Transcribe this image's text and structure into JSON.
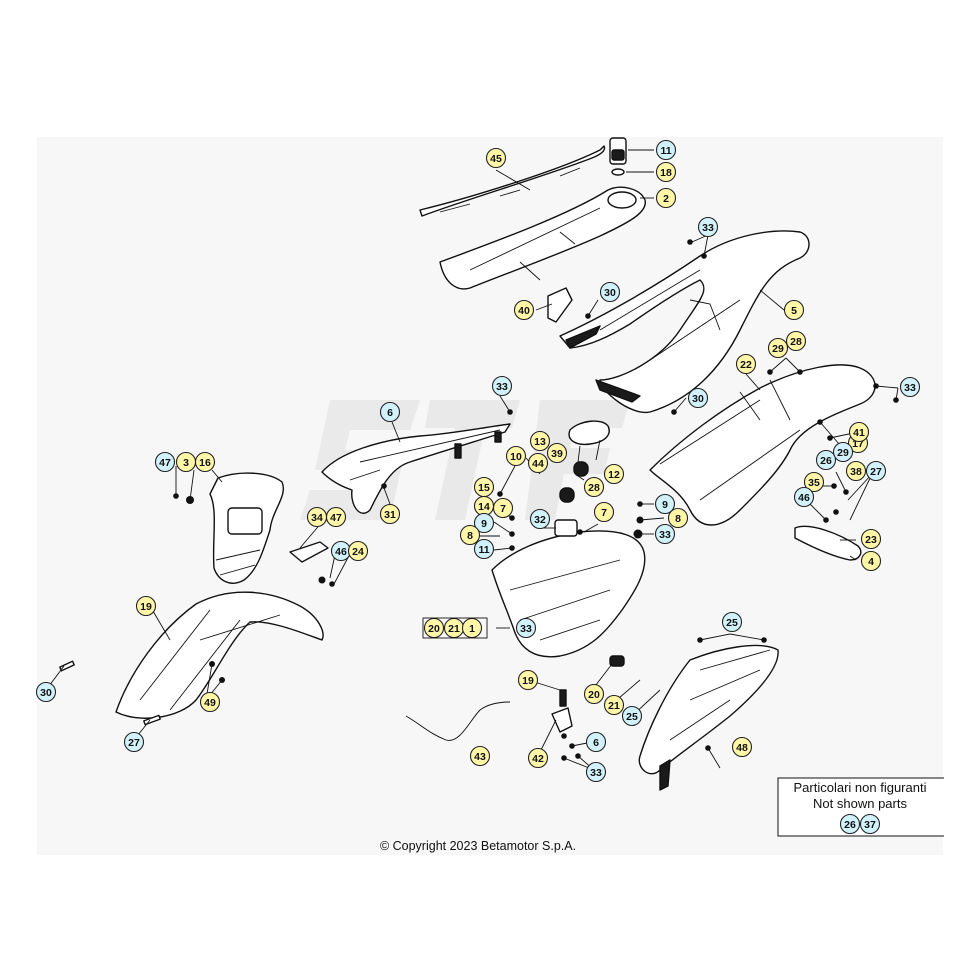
{
  "copyright": "© Copyright 2023 Betamotor S.p.A.",
  "legend": {
    "line1": "Particolari non figuranti",
    "line2": "Not shown parts",
    "callouts": [
      "26",
      "37"
    ]
  },
  "colors": {
    "callout_yellow": "#fff6a8",
    "callout_cyan": "#d2f2fb",
    "line": "#111111",
    "background_panel": "#f7f7f7"
  },
  "callouts": [
    {
      "num": "45",
      "type": "yellow"
    },
    {
      "num": "11",
      "type": "cyan"
    },
    {
      "num": "18",
      "type": "yellow"
    },
    {
      "num": "2",
      "type": "yellow"
    },
    {
      "num": "33",
      "type": "cyan"
    },
    {
      "num": "5",
      "type": "yellow"
    },
    {
      "num": "30",
      "type": "cyan"
    },
    {
      "num": "40",
      "type": "yellow"
    },
    {
      "num": "29",
      "type": "yellow"
    },
    {
      "num": "28",
      "type": "yellow"
    },
    {
      "num": "22",
      "type": "yellow"
    },
    {
      "num": "33",
      "type": "cyan"
    },
    {
      "num": "30",
      "type": "cyan"
    },
    {
      "num": "33",
      "type": "cyan"
    },
    {
      "num": "6",
      "type": "cyan"
    },
    {
      "num": "17",
      "type": "yellow"
    },
    {
      "num": "13",
      "type": "yellow"
    },
    {
      "num": "39",
      "type": "yellow"
    },
    {
      "num": "44",
      "type": "yellow"
    },
    {
      "num": "10",
      "type": "yellow"
    },
    {
      "num": "12",
      "type": "yellow"
    },
    {
      "num": "28",
      "type": "yellow"
    },
    {
      "num": "41",
      "type": "yellow"
    },
    {
      "num": "29",
      "type": "cyan"
    },
    {
      "num": "26",
      "type": "cyan"
    },
    {
      "num": "38",
      "type": "yellow"
    },
    {
      "num": "27",
      "type": "cyan"
    },
    {
      "num": "35",
      "type": "yellow"
    },
    {
      "num": "46",
      "type": "cyan"
    },
    {
      "num": "47",
      "type": "cyan"
    },
    {
      "num": "3",
      "type": "yellow"
    },
    {
      "num": "16",
      "type": "yellow"
    },
    {
      "num": "15",
      "type": "yellow"
    },
    {
      "num": "14",
      "type": "yellow"
    },
    {
      "num": "7",
      "type": "yellow"
    },
    {
      "num": "9",
      "type": "cyan"
    },
    {
      "num": "8",
      "type": "yellow"
    },
    {
      "num": "11",
      "type": "cyan"
    },
    {
      "num": "32",
      "type": "cyan"
    },
    {
      "num": "7",
      "type": "yellow"
    },
    {
      "num": "9",
      "type": "cyan"
    },
    {
      "num": "8",
      "type": "yellow"
    },
    {
      "num": "33",
      "type": "cyan"
    },
    {
      "num": "31",
      "type": "yellow"
    },
    {
      "num": "34",
      "type": "yellow"
    },
    {
      "num": "47",
      "type": "yellow"
    },
    {
      "num": "46",
      "type": "cyan"
    },
    {
      "num": "24",
      "type": "yellow"
    },
    {
      "num": "23",
      "type": "yellow"
    },
    {
      "num": "4",
      "type": "yellow"
    },
    {
      "num": "19",
      "type": "yellow"
    },
    {
      "num": "20",
      "type": "yellow"
    },
    {
      "num": "21",
      "type": "yellow"
    },
    {
      "num": "1",
      "type": "yellow"
    },
    {
      "num": "33",
      "type": "cyan"
    },
    {
      "num": "25",
      "type": "cyan"
    },
    {
      "num": "30",
      "type": "cyan"
    },
    {
      "num": "49",
      "type": "yellow"
    },
    {
      "num": "19",
      "type": "yellow"
    },
    {
      "num": "20",
      "type": "yellow"
    },
    {
      "num": "21",
      "type": "yellow"
    },
    {
      "num": "25",
      "type": "cyan"
    },
    {
      "num": "27",
      "type": "cyan"
    },
    {
      "num": "6",
      "type": "cyan"
    },
    {
      "num": "48",
      "type": "yellow"
    },
    {
      "num": "43",
      "type": "yellow"
    },
    {
      "num": "42",
      "type": "yellow"
    },
    {
      "num": "33",
      "type": "cyan"
    }
  ]
}
